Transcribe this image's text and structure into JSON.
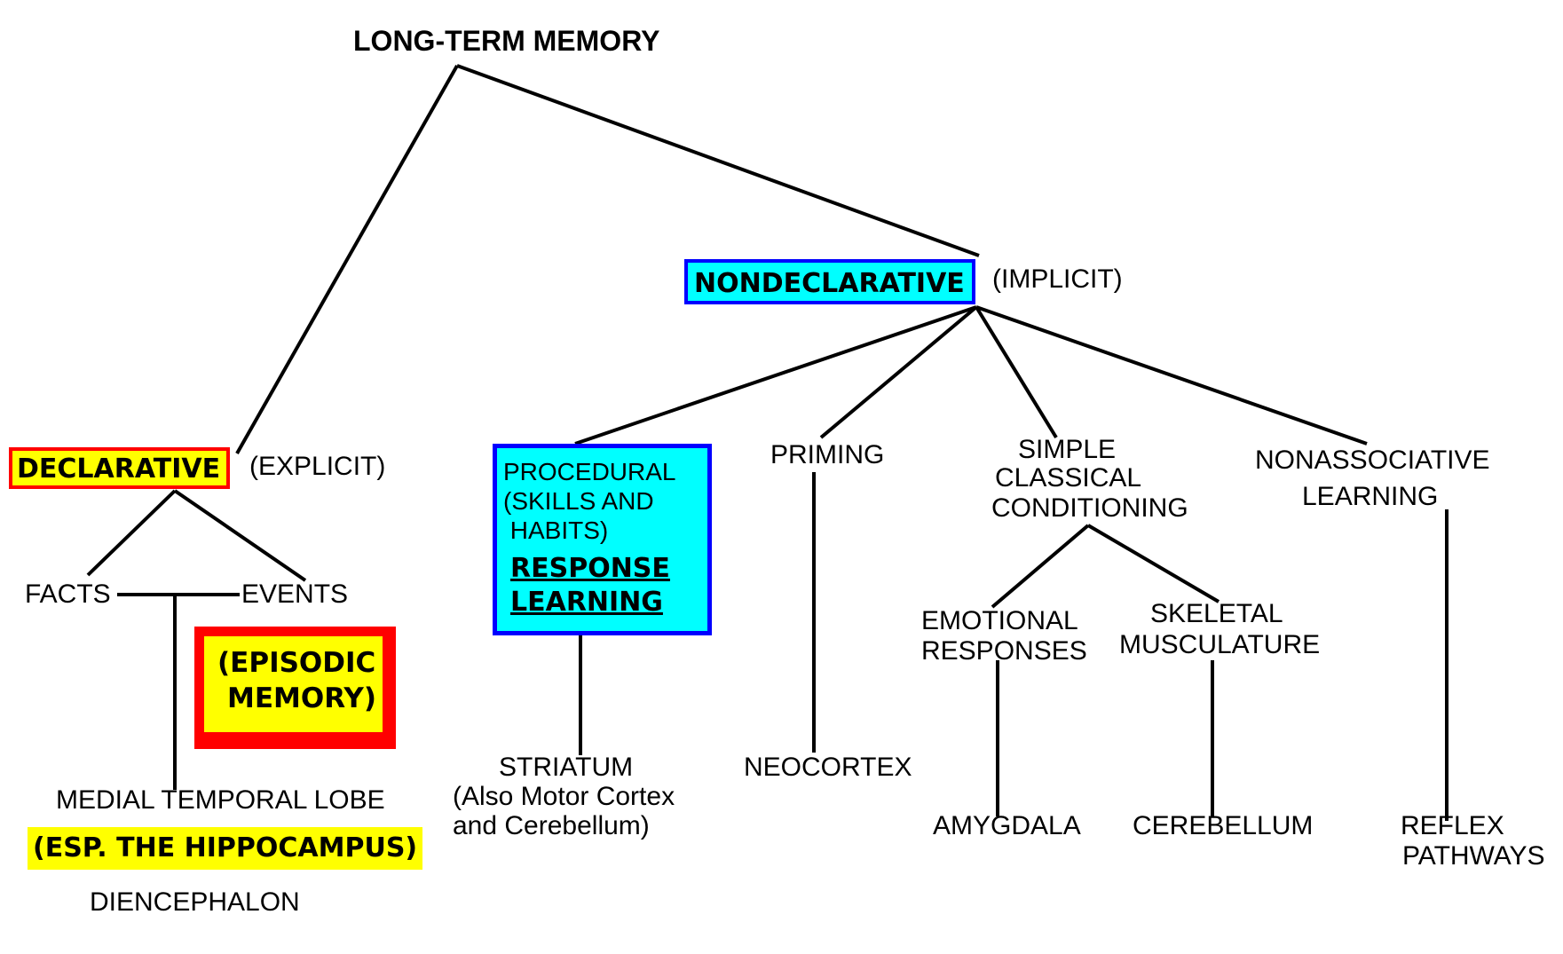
{
  "root": "LONG-TERM MEMORY",
  "declarative": {
    "label": "DECLARATIVE",
    "qualifier": "(EXPLICIT)"
  },
  "nondeclarative": {
    "label": "NONDECLARATIVE",
    "qualifier": "(IMPLICIT)"
  },
  "facts": "FACTS",
  "events": "EVENTS",
  "episodic": {
    "line1": "(EPISODIC",
    "line2": "MEMORY)"
  },
  "mtl": "MEDIAL TEMPORAL LOBE",
  "hippocampus": "(ESP. THE HIPPOCAMPUS)",
  "diencephalon": "DIENCEPHALON",
  "procedural": {
    "line1": "PROCEDURAL",
    "line2": "(SKILLS AND",
    "line3": " HABITS)",
    "response1": "RESPONSE",
    "response2": "LEARNING"
  },
  "striatum": {
    "line1": "STRIATUM",
    "line2": "(Also Motor Cortex",
    "line3": "and Cerebellum)"
  },
  "priming": "PRIMING",
  "neocortex": "NEOCORTEX",
  "conditioning": {
    "line1": "SIMPLE",
    "line2": "CLASSICAL",
    "line3": "CONDITIONING"
  },
  "emotional": {
    "line1": "EMOTIONAL",
    "line2": "RESPONSES"
  },
  "skeletal": {
    "line1": "SKELETAL",
    "line2": "MUSCULATURE"
  },
  "amygdala": "AMYGDALA",
  "cerebellum": "CEREBELLUM",
  "nonassociative": {
    "line1": "NONASSOCIATIVE",
    "line2": "LEARNING"
  },
  "reflex": {
    "line1": "REFLEX",
    "line2": "PATHWAYS"
  },
  "colors": {
    "yellow": "#ffff00",
    "red": "#ff0000",
    "cyan": "#00ffff",
    "blue": "#0000ff",
    "line": "#000000"
  }
}
